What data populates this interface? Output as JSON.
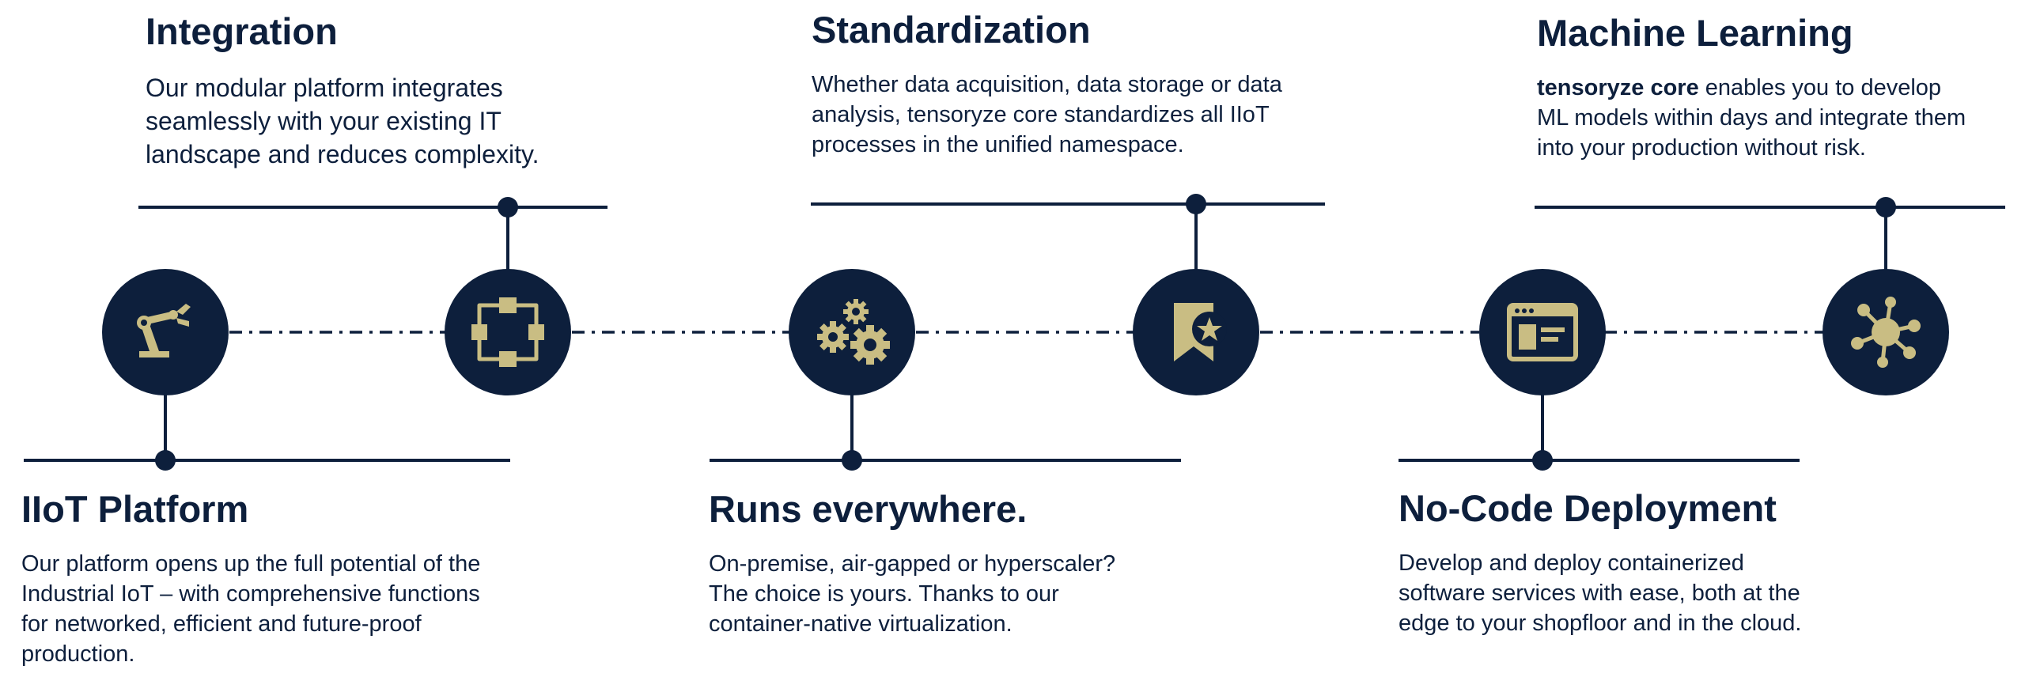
{
  "colors": {
    "navy": "#0d1f3c",
    "gold": "#c9bd83",
    "background": "#ffffff"
  },
  "nodes": [
    {
      "icon": "robot-arm-icon"
    },
    {
      "icon": "process-flow-icon"
    },
    {
      "icon": "gears-icon"
    },
    {
      "icon": "bookmark-star-icon"
    },
    {
      "icon": "browser-window-icon"
    },
    {
      "icon": "network-hub-icon"
    }
  ],
  "top_labels": [
    {
      "title": "Integration",
      "lines": [
        "Our modular platform integrates",
        "seamlessly with your existing IT",
        "landscape and reduces complexity."
      ]
    },
    {
      "title": "Standardization",
      "lines": [
        "Whether data acquisition, data storage or data",
        "analysis, tensoryze core standardizes all IIoT",
        "processes in the unified namespace."
      ]
    },
    {
      "title": "Machine Learning",
      "bold_lead": "tensoryze core",
      "lines_rest_first": " enables you to develop",
      "lines": [
        "ML models within days and integrate them",
        "into your production without risk."
      ]
    }
  ],
  "bottom_labels": [
    {
      "title": "IIoT Platform",
      "lines": [
        "Our platform opens up the full potential of the",
        "Industrial IoT – with comprehensive functions",
        "for networked, efficient and future-proof",
        "production."
      ]
    },
    {
      "title": "Runs everywhere.",
      "lines": [
        "On-premise, air-gapped or hyperscaler?",
        "The choice is yours. Thanks to our",
        "container-native virtualization."
      ]
    },
    {
      "title": "No-Code Deployment",
      "lines": [
        "Develop and deploy containerized",
        "software services with ease, both at the",
        "edge to your shopfloor and in the cloud."
      ]
    }
  ]
}
